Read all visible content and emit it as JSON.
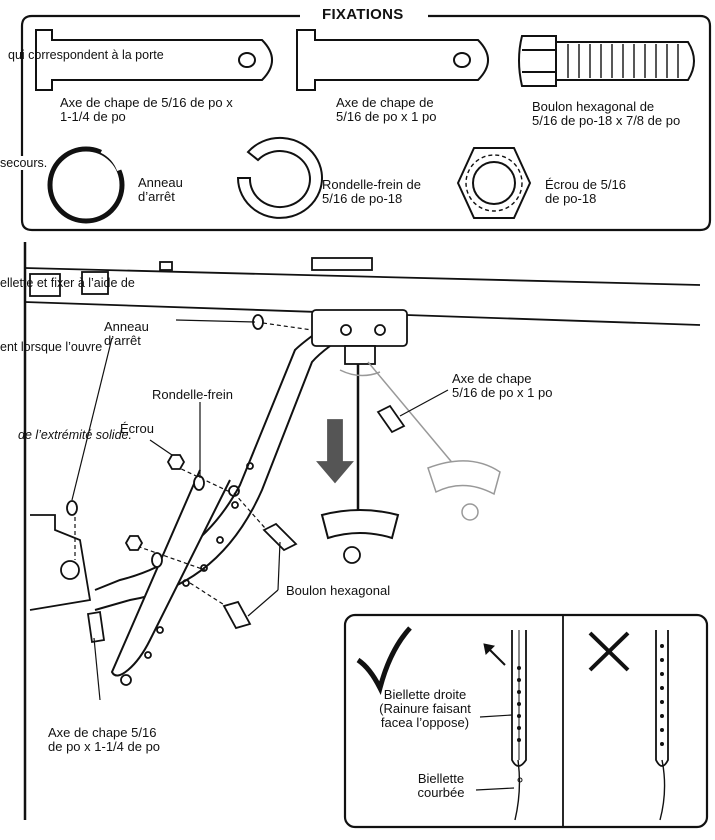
{
  "fixations": {
    "title": "FIXATIONS",
    "clevis_pin_long": "Axe de chape de 5/16 de po x\n1-1/4 de po",
    "clevis_pin_short": "Axe de chape de\n5/16 de po x 1 po",
    "hex_bolt": "Boulon hexagonal de\n5/16 de po-18 x 7/8 de po",
    "ring_fastener": "Anneau\nd’arrêt",
    "lock_washer": "Rondelle-frein de\n5/16 de po-18",
    "nut": "Écrou de 5/16\nde po-18"
  },
  "fragments": {
    "door_text": "qui correspondent à la porte",
    "secours": "secours.",
    "fix_text": "ellette et fixer à l’aide de",
    "lorsque": "ent lorsque l’ouvre",
    "extremite": "de l’extrémité solide."
  },
  "assembly": {
    "ring_fastener": "Anneau\nd’arrêt",
    "lock_washer": "Rondelle-frein",
    "nut": "Écrou",
    "clevis_pin_short": "Axe de chape\n5/16 de po x 1 po",
    "hex_bolt": "Boulon hexagonal",
    "clevis_pin_long": "Axe de chape 5/16\nde po x 1-1/4 de po"
  },
  "inset": {
    "straight_arm": "Biellette droite\n(Rainure faisant\nfacea l’oppose)",
    "curved_arm": "Biellette\ncourbée"
  }
}
